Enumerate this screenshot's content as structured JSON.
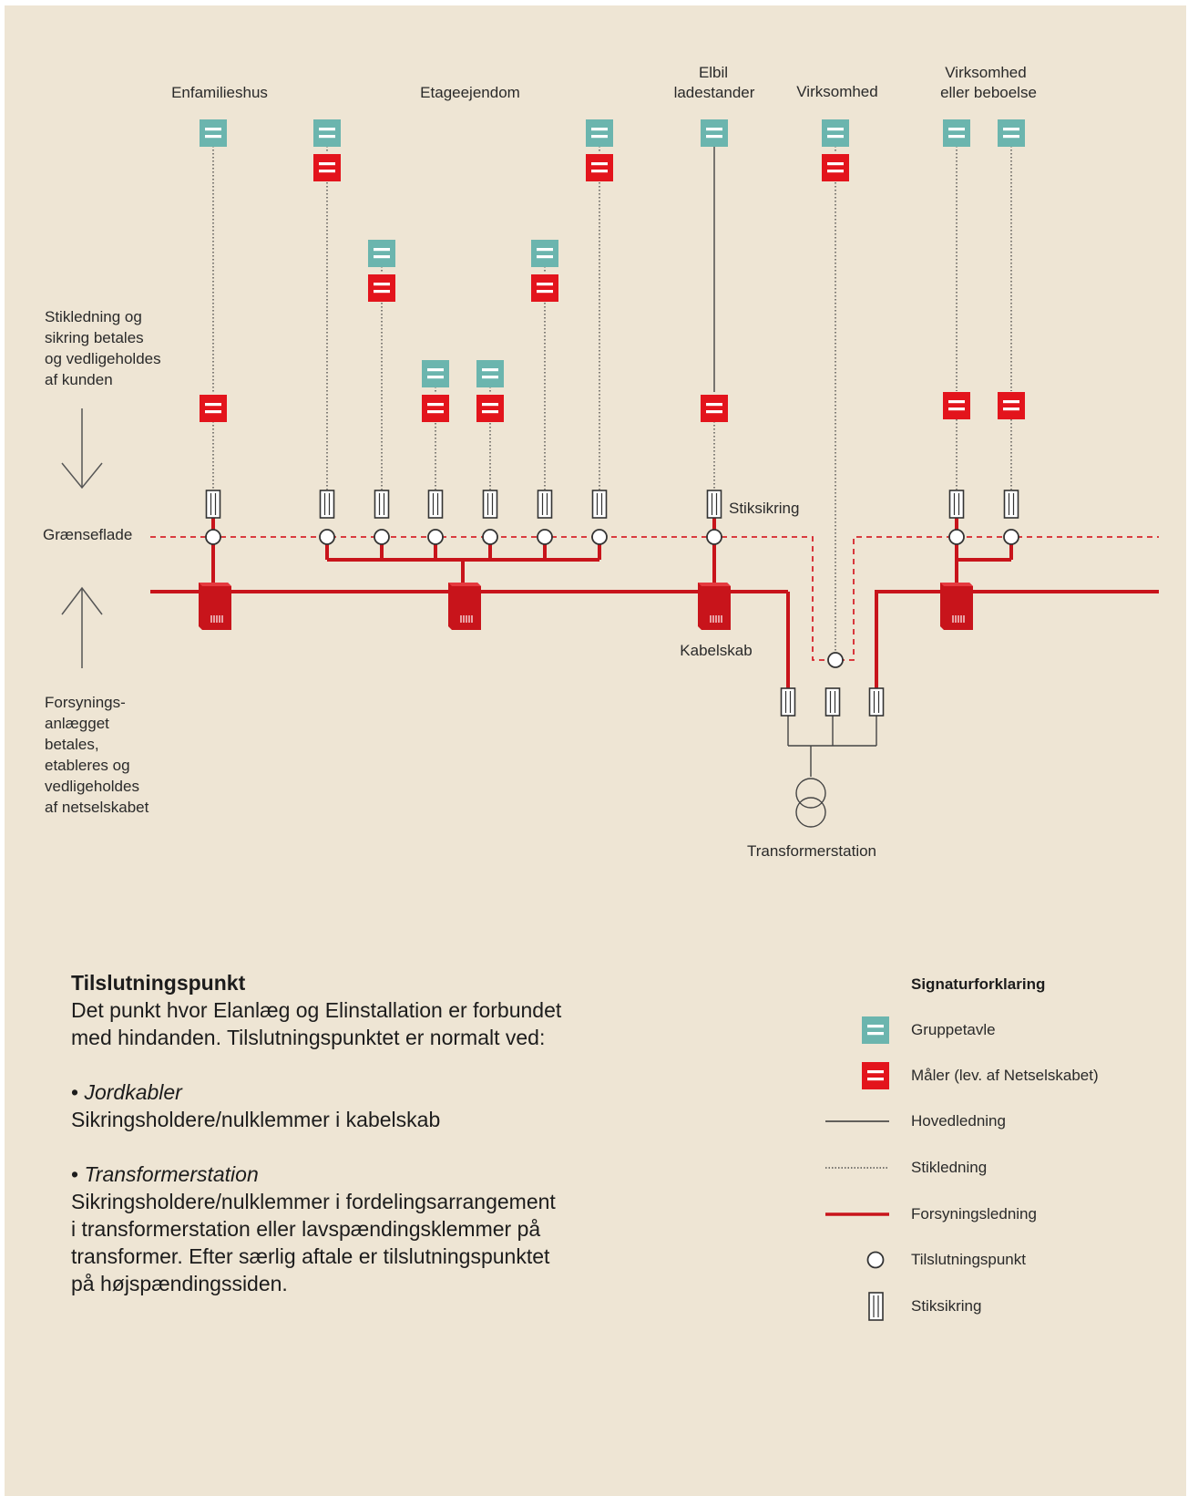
{
  "colors": {
    "background": "#EEE5D4",
    "supply_red": "#C8141B",
    "meter_red": "#E3141C",
    "group_panel_teal": "#6BB5AE",
    "line_dark": "#3a3a3a"
  },
  "icons": [
    "group-panel-icon",
    "meter-icon",
    "cable-cabinet-icon",
    "connection-point-icon",
    "fuse-icon",
    "transformer-icon",
    "arrow-down-icon",
    "arrow-up-icon"
  ],
  "diagram": {
    "top_labels": {
      "enfamilieshus": "Enfamilieshus",
      "etageejendom": "Etageejendom",
      "elbil_line1": "Elbil",
      "elbil_line2": "ladestander",
      "virksomhed": "Virksomhed",
      "virk_beb_line1": "Virksomhed",
      "virk_beb_line2": "eller beboelse"
    },
    "customer_note": [
      "Stikledning og",
      "sikring betales",
      "og vedligeholdes",
      "af kunden"
    ],
    "boundary_label": "Grænseflade",
    "supplier_note": [
      "Forsynings-",
      "anlægget",
      "betales,",
      "etableres og",
      "vedligeholdes",
      "af netselskabet"
    ],
    "stiksikring_label": "Stiksikring",
    "kabelskab_label": "Kabelskab",
    "transformer_label": "Transformerstation"
  },
  "info": {
    "title": "Tilslutningspunkt",
    "intro_line1": "Det punkt hvor Elanlæg og Elinstallation er forbundet",
    "intro_line2": "med hindanden. Tilslutningspunktet er normalt ved:",
    "bullet1_title": "Jordkabler",
    "bullet1_text": "Sikringsholdere/nulklemmer i kabelskab",
    "bullet2_title": "Transformerstation",
    "bullet2_lines": [
      "Sikringsholdere/nulklemmer i fordelingsarrangement",
      "i transformerstation eller lavspændingsklemmer på",
      "transformer. Efter særlig aftale er tilslutningspunktet",
      "på højspændingssiden."
    ]
  },
  "legend": {
    "title": "Signaturforklaring",
    "items": [
      {
        "icon": "group-panel-icon",
        "label": "Gruppetavle"
      },
      {
        "icon": "meter-icon",
        "label": "Måler (lev. af Netselskabet)"
      },
      {
        "icon": "main-line-icon",
        "label": "Hovedledning"
      },
      {
        "icon": "service-line-icon",
        "label": "Stikledning"
      },
      {
        "icon": "supply-line-icon",
        "label": "Forsyningsledning"
      },
      {
        "icon": "connection-point-icon",
        "label": "Tilslutningspunkt"
      },
      {
        "icon": "fuse-icon",
        "label": "Stiksikring"
      }
    ]
  }
}
